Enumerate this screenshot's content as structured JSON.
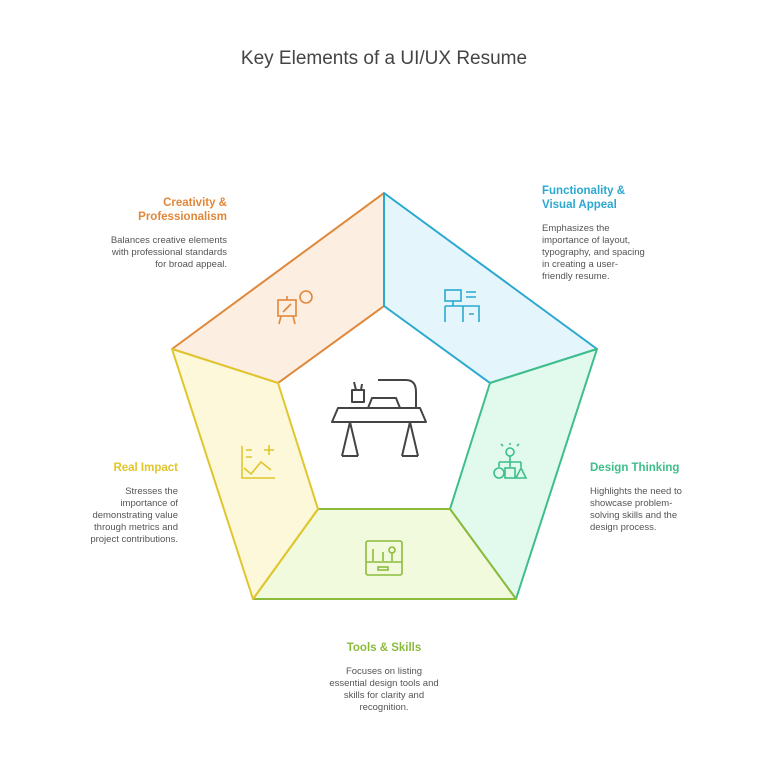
{
  "title": "Key Elements of a UI/UX Resume",
  "colors": {
    "creativity": "#E0883A",
    "functionality": "#2BA8D0",
    "design": "#3DBE8A",
    "tools": "#8CBB3C",
    "impact": "#E0C62C",
    "center": "#444444"
  },
  "segments": [
    {
      "id": "creativity",
      "title": "Creativity & Professionalism",
      "desc": "Balances creative elements with professional standards for broad appeal.",
      "icon": "easel-palette-icon"
    },
    {
      "id": "functionality",
      "title": "Functionality & Visual Appeal",
      "desc": "Emphasizes the importance of layout, typography, and spacing in creating a user-friendly resume.",
      "icon": "desk-computer-icon"
    },
    {
      "id": "design",
      "title": "Design Thinking",
      "desc": "Highlights the need to showcase problem-solving skills and the design process.",
      "icon": "idea-flowchart-icon"
    },
    {
      "id": "tools",
      "title": "Tools & Skills",
      "desc": "Focuses on listing essential design tools and skills for clarity and recognition.",
      "icon": "toolbox-icon"
    },
    {
      "id": "impact",
      "title": "Real Impact",
      "desc": "Stresses the importance of demonstrating value through metrics and project contributions.",
      "icon": "chart-growth-icon"
    }
  ]
}
